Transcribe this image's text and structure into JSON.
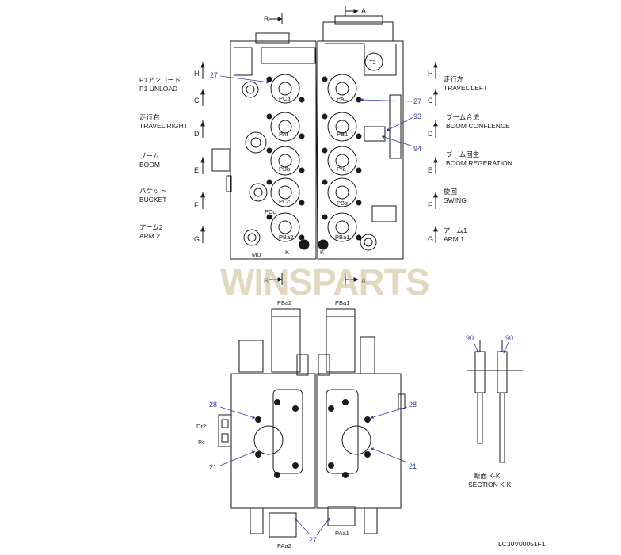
{
  "diagram_id": "LC30V00051F1",
  "watermark": "WINSPARTS",
  "section_markers": {
    "a": "A",
    "b": "B",
    "c": "C",
    "d": "D",
    "e": "E",
    "f": "F",
    "g": "G",
    "h": "H",
    "k": "K"
  },
  "left_labels": {
    "p1_unload_jp": "P1アンロード",
    "p1_unload_en": "P1 UNLOAD",
    "travel_right_jp": "走行右",
    "travel_right_en": "TRAVEL RIGHT",
    "boom_jp": "ブーム",
    "boom_en": "BOOM",
    "bucket_jp": "バケット",
    "bucket_en": "BUCKET",
    "arm2_jp": "アーム2",
    "arm2_en": "ARM 2"
  },
  "right_labels": {
    "travel_left_jp": "走行左",
    "travel_left_en": "TRAVEL LEFT",
    "boom_conflence_jp": "ブーム合流",
    "boom_conflence_en": "BOOM CONFLENCE",
    "boom_regeration_jp": "ブーム回生",
    "boom_regeration_en": "BOOM REGERATION",
    "swing_jp": "旋回",
    "swing_en": "SWING",
    "arm1_jp": "アーム1",
    "arm1_en": "ARM 1"
  },
  "ports_top": {
    "t2": "T2",
    "pcb": "PCb",
    "par": "PAr",
    "pbb": "PBb",
    "pcc_in": "PCc",
    "pcc_out": "PCc",
    "pba2": "PBa2",
    "mu": "MU",
    "pal": "PAL",
    "pb1": "PB1",
    "pra": "Pra",
    "pbs": "PBs",
    "pba1": "PBa1"
  },
  "ports_bottom": {
    "pba2": "PBa2",
    "pba1": "PBa1",
    "dr2": "Dr2",
    "pc": "Pc",
    "paa2": "PAa2",
    "paa1": "PAa1"
  },
  "callouts": {
    "n27": "27",
    "n93": "93",
    "n94": "94",
    "n28": "28",
    "n21": "21",
    "n90": "90"
  },
  "section_kk": {
    "jp": "断面 K-K",
    "en": "SECTION K-K"
  },
  "colors": {
    "line": "#1a1a1a",
    "callout": "#2f3fa8",
    "watermark": "#c9b98c"
  }
}
